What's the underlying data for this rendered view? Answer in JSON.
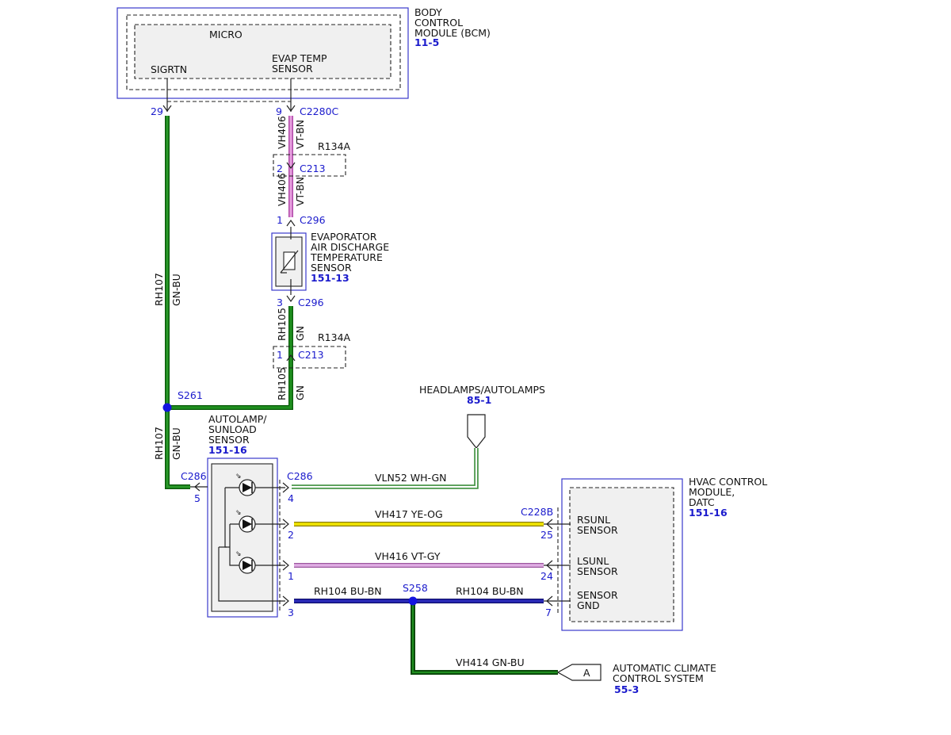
{
  "modules": {
    "bcm": {
      "line1": "BODY",
      "line2": "CONTROL",
      "line3": "MODULE (BCM)",
      "ref": "11-5",
      "micro": "MICRO",
      "sigrtn": "SIGRTN",
      "evap_l1": "EVAP TEMP",
      "evap_l2": "SENSOR"
    },
    "evap_sensor": {
      "line1": "EVAPORATOR",
      "line2": "AIR DISCHARGE",
      "line3": "TEMPERATURE",
      "line4": "SENSOR",
      "ref": "151-13"
    },
    "autolamp": {
      "line1": "AUTOLAMP/",
      "line2": "SUNLOAD",
      "line3": "SENSOR",
      "ref": "151-16"
    },
    "hvac": {
      "line1": "HVAC CONTROL",
      "line2": "MODULE,",
      "line3": "DATC",
      "ref": "151-16",
      "rsunl1": "RSUNL",
      "rsunl2": "SENSOR",
      "lsunl1": "LSUNL",
      "lsunl2": "SENSOR",
      "gnd1": "SENSOR",
      "gnd2": "GND"
    },
    "headlamps": {
      "label": "HEADLAMPS/AUTOLAMPS",
      "ref": "85-1"
    },
    "acc": {
      "line1": "AUTOMATIC CLIMATE",
      "line2": "CONTROL SYSTEM",
      "ref": "55-3",
      "flag": "A"
    }
  },
  "connectors": {
    "c2280c": "C2280C",
    "c213": "C213",
    "c296": "C296",
    "c286": "C286",
    "c228b": "C228B",
    "r134a": "R134A",
    "s261": "S261",
    "s258": "S258"
  },
  "pins": {
    "p29": "29",
    "p9": "9",
    "p2": "2",
    "p1": "1",
    "p3": "3",
    "p5": "5",
    "p4": "4",
    "p25": "25",
    "p24": "24",
    "p7": "7"
  },
  "wires": {
    "vh406": "VH406",
    "vt_bn": "VT-BN",
    "rh105": "RH105",
    "gn": "GN",
    "rh107": "RH107",
    "gn_bu": "GN-BU",
    "vln52": "VLN52 WH-GN",
    "vh417": "VH417 YE-OG",
    "vh416": "VH416 VT-GY",
    "rh104": "RH104 BU-BN",
    "vh414": "VH414 GN-BU"
  },
  "colors": {
    "green": "#127a12",
    "dark_green": "#0b5b0b",
    "pink": "#d873d0",
    "yellow": "#f2e600",
    "blue": "#1a1acc",
    "violet_gray": "#c58ad0",
    "white_green": "#7cba7c"
  }
}
